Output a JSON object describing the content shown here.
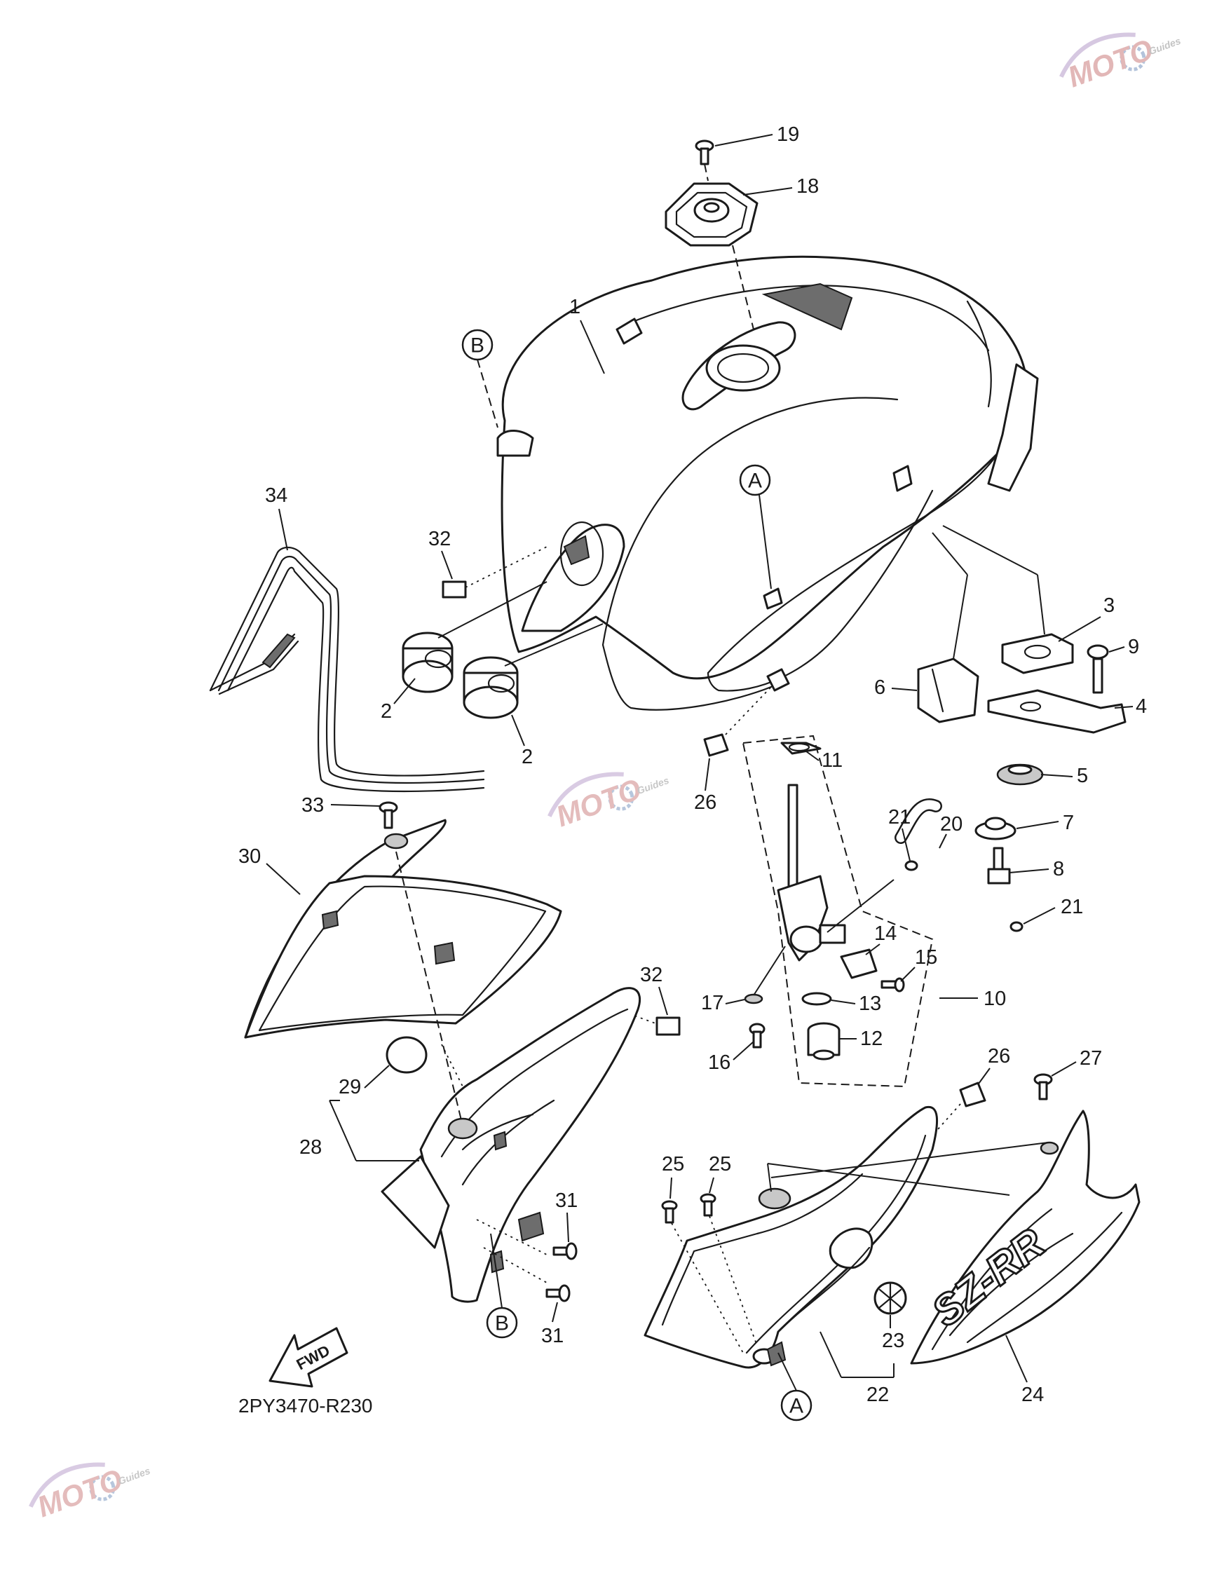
{
  "diagram_code": "2PY3470-R230",
  "direction_label": "FWD",
  "reference_labels": {
    "a": "A",
    "b": "B"
  },
  "decal_text": "SZ-RR",
  "watermark": {
    "text": "MOTO",
    "subtext": "Guides",
    "colors": {
      "wordmark": "#d9a0a0",
      "gear": "#9ab0d0"
    }
  },
  "part_numbers": [
    "1",
    "2",
    "3",
    "4",
    "5",
    "6",
    "7",
    "8",
    "9",
    "10",
    "11",
    "12",
    "13",
    "14",
    "15",
    "16",
    "17",
    "18",
    "19",
    "20",
    "21",
    "22",
    "23",
    "24",
    "25",
    "26",
    "27",
    "28",
    "29",
    "30",
    "31",
    "32",
    "33",
    "34"
  ]
}
